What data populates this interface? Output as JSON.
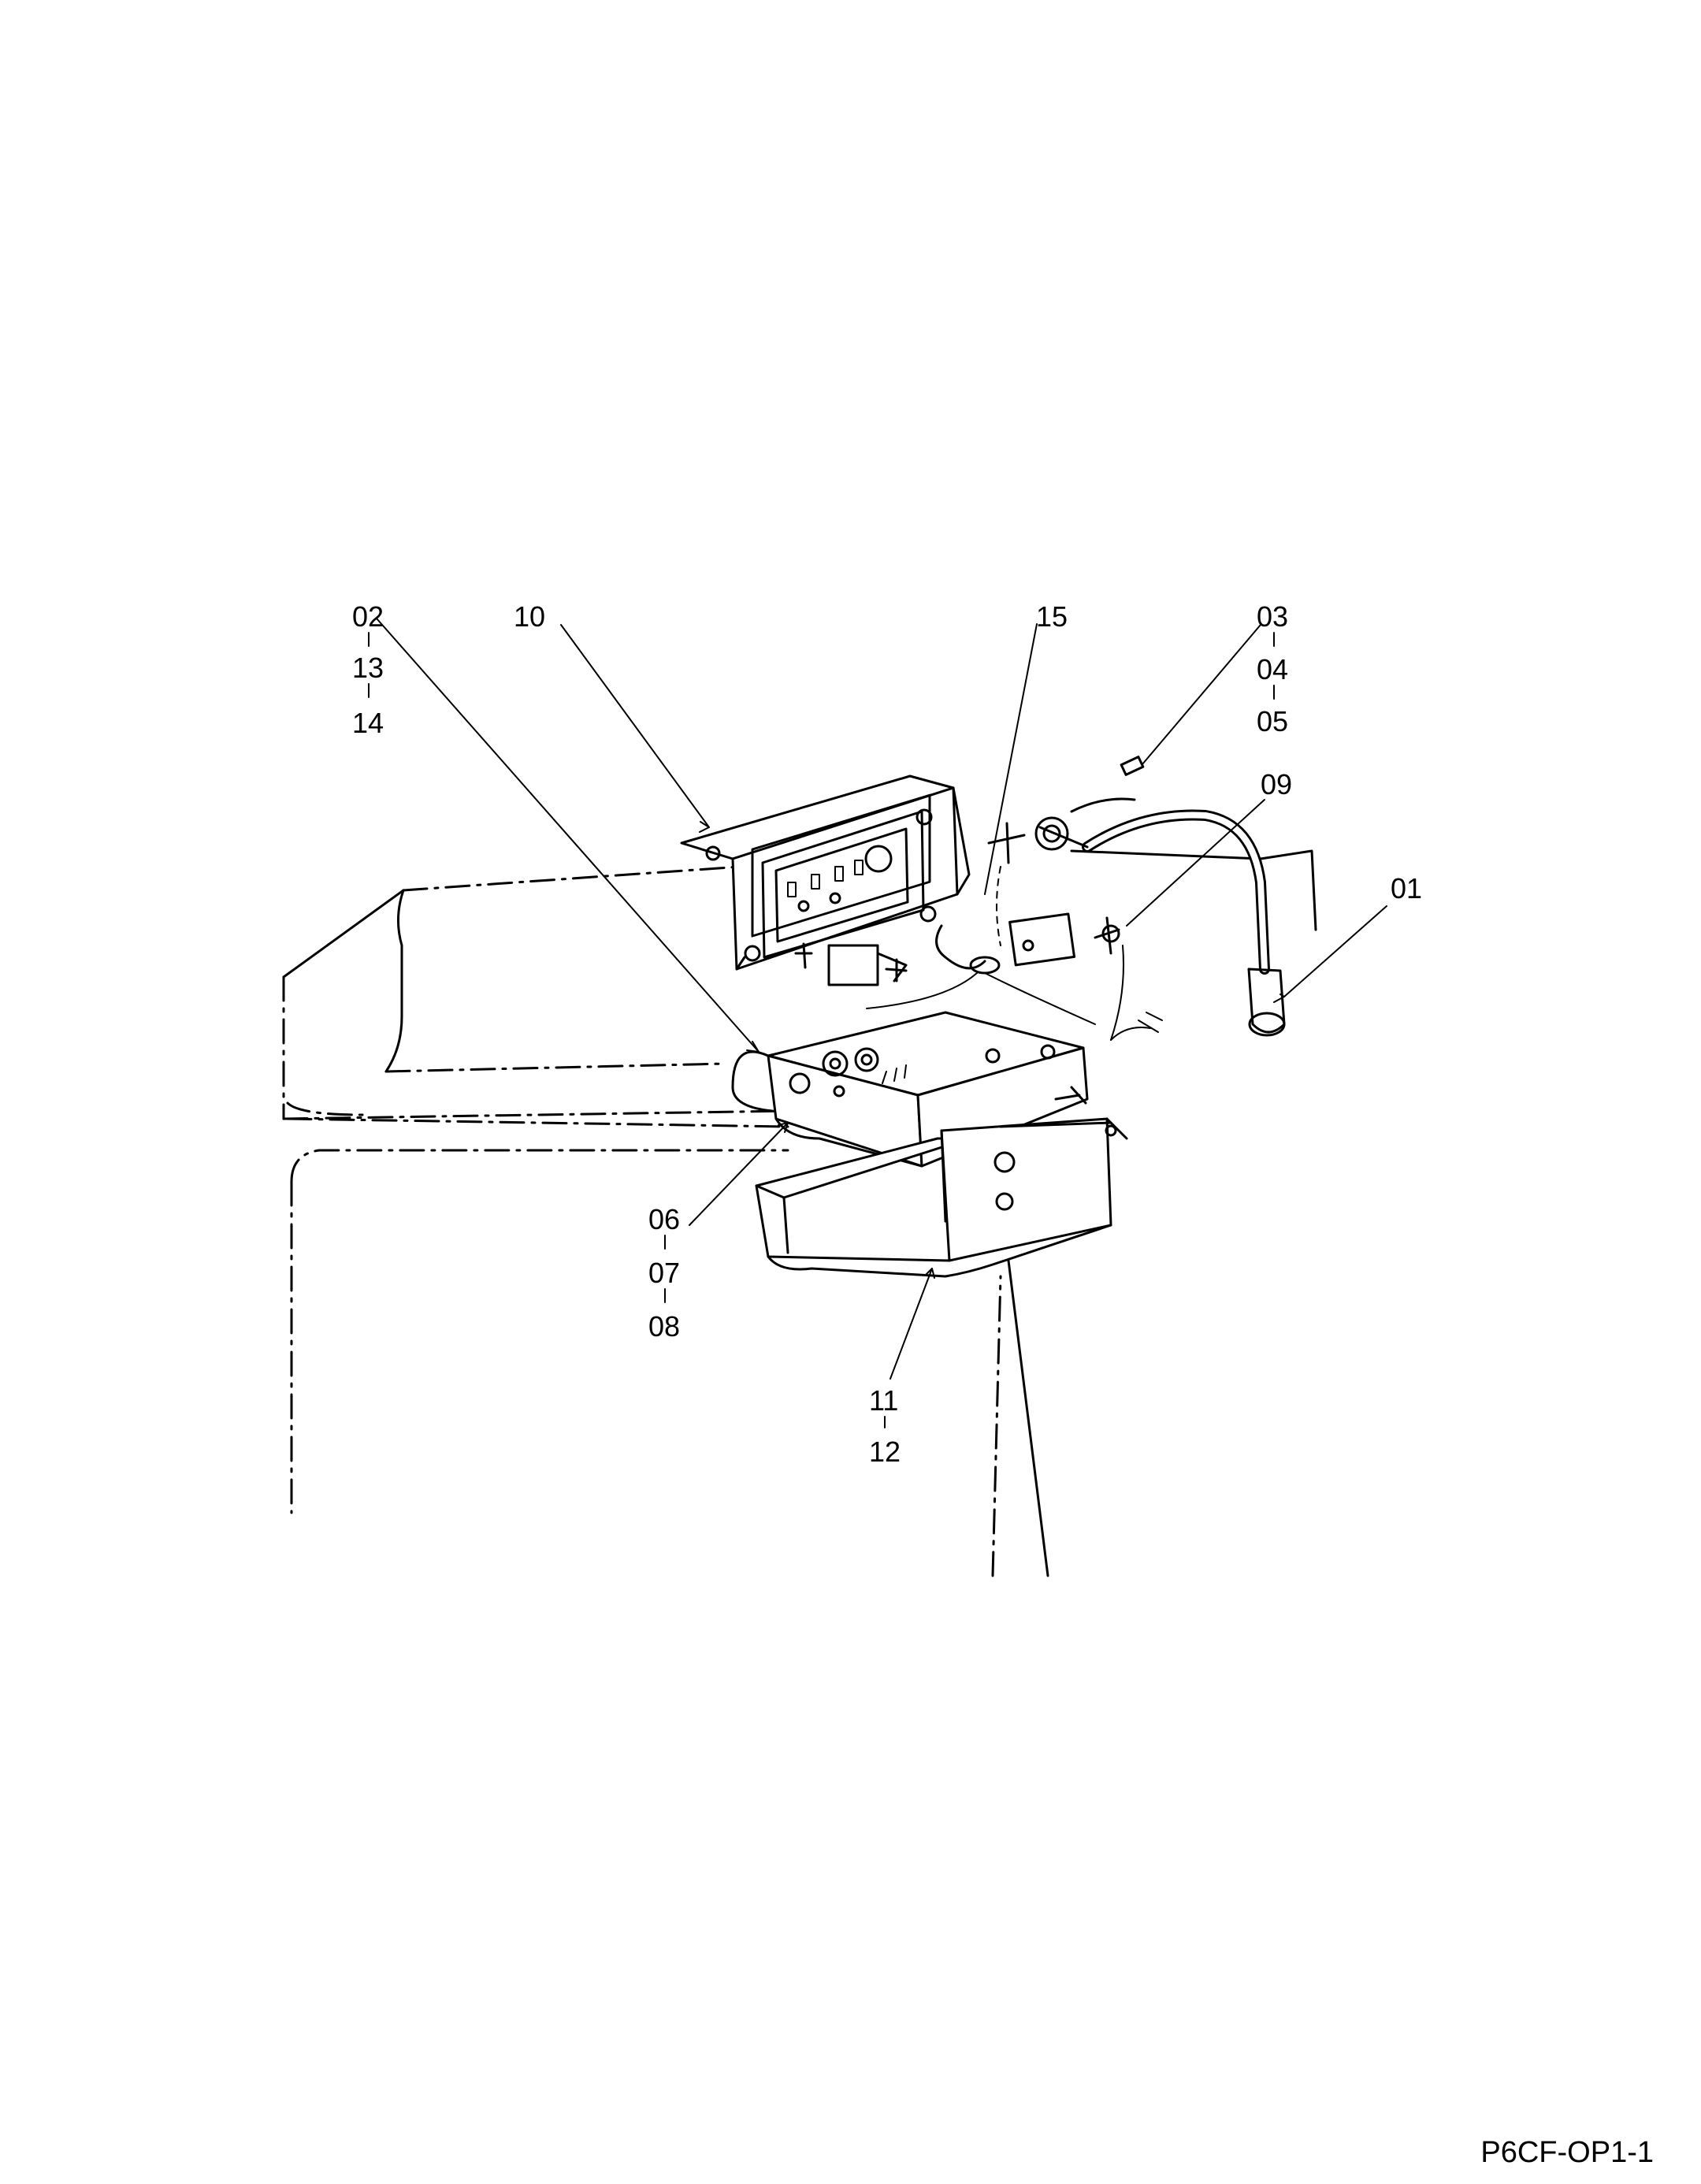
{
  "callouts": {
    "c02": "02",
    "c13": "13",
    "c14": "14",
    "c10": "10",
    "c15": "15",
    "c03": "03",
    "c04": "04",
    "c05": "05",
    "c09": "09",
    "c01": "01",
    "c06": "06",
    "c07": "07",
    "c08": "08",
    "c11": "11",
    "c12": "12"
  },
  "drawing_id": "P6CF-OP1-1"
}
